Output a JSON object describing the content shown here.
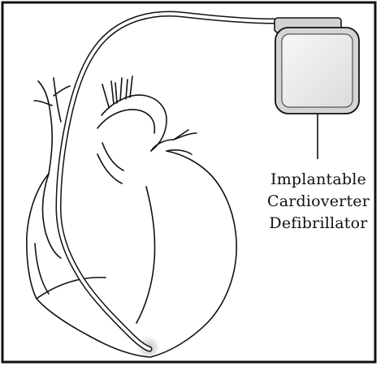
{
  "diagram": {
    "callout": {
      "lines": [
        "Implantable",
        "Cardioverter",
        "Defibrillator"
      ]
    },
    "colors": {
      "stroke": "#111111",
      "device_fill": "#d4d4d4",
      "device_inner": "#ececec",
      "lead_tip_glow": "#c8c8c8",
      "background": "#ffffff"
    }
  }
}
